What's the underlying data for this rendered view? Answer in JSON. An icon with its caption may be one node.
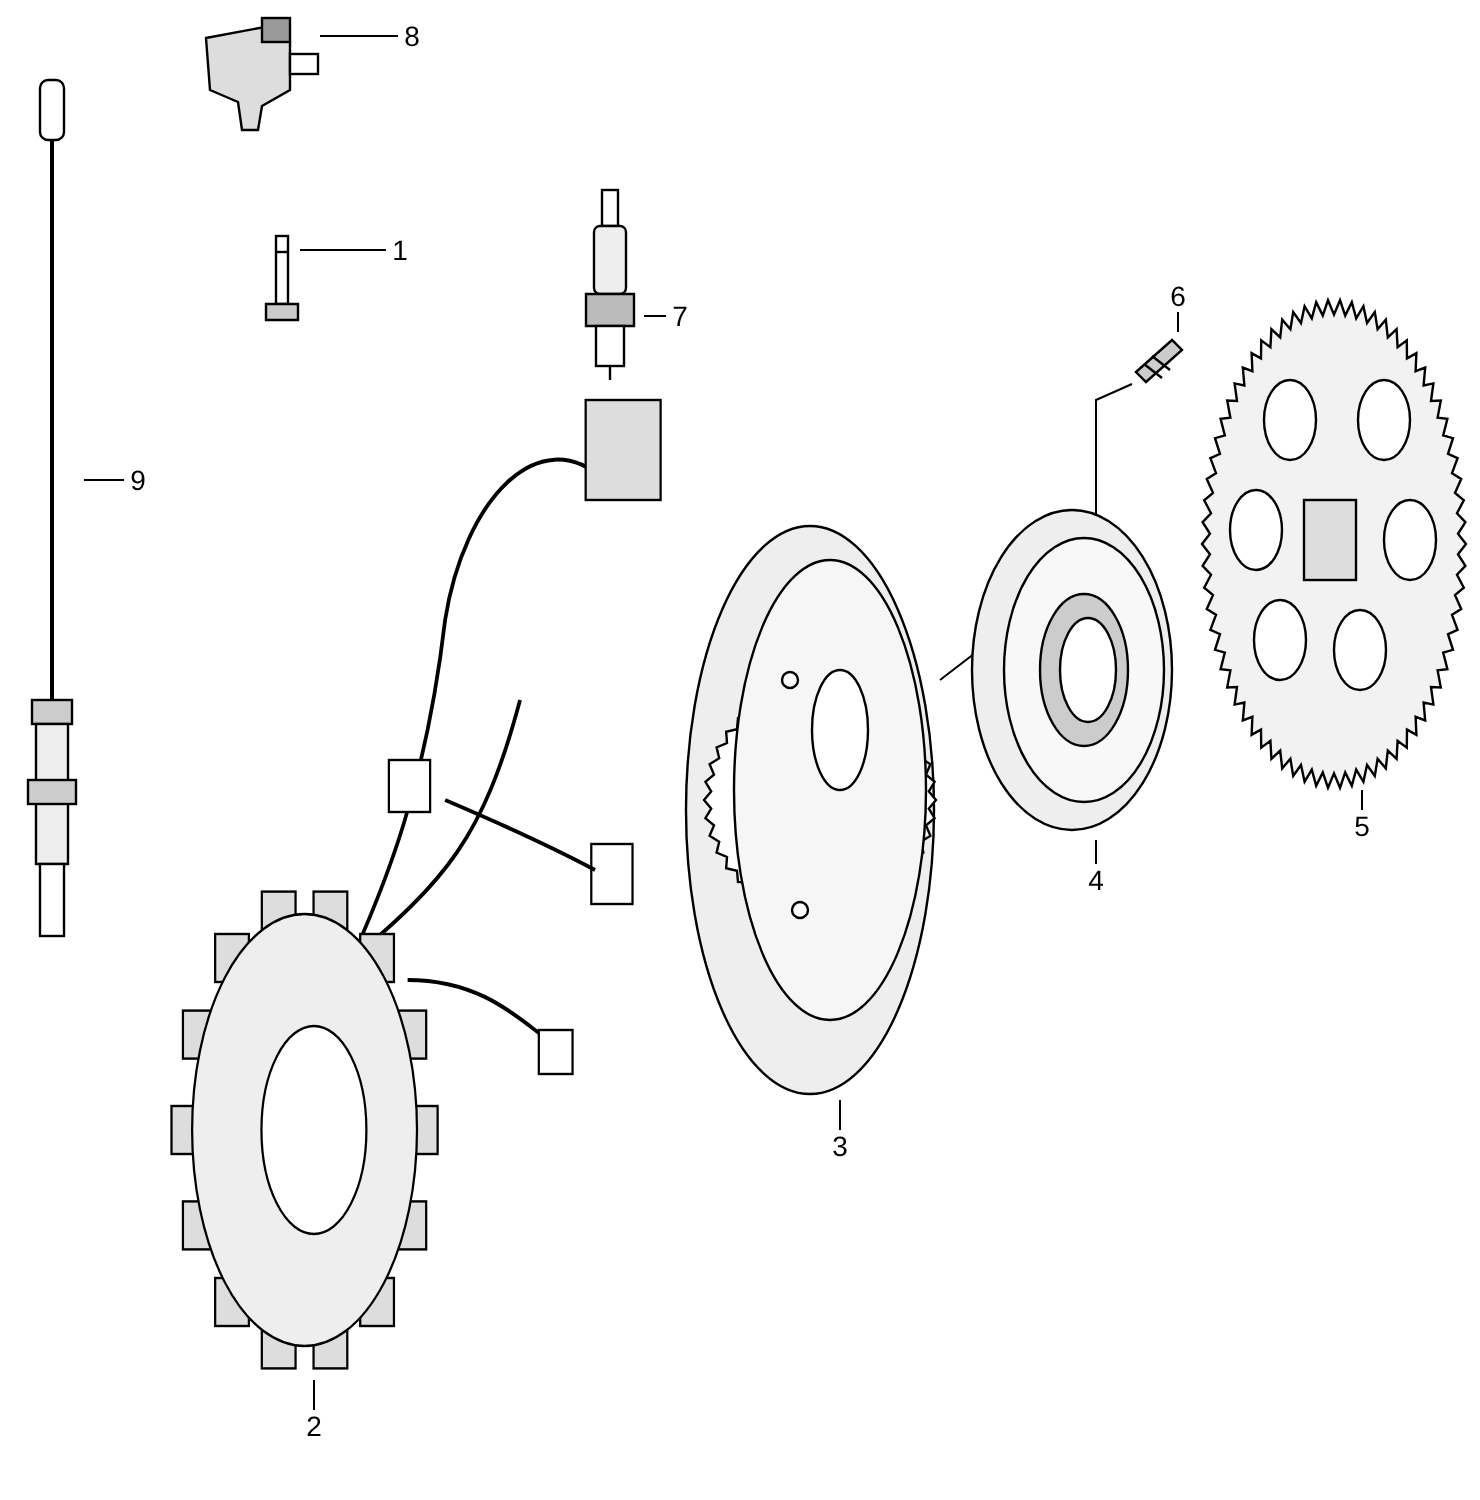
{
  "diagram": {
    "nodes": [
      {
        "text": [
          "8"
        ]
      },
      {
        "text": [],
        "shape": "picture"
      },
      {
        "text": [
          "1"
        ]
      },
      {
        "text": [],
        "shape": "picture"
      },
      {
        "text": [
          "7"
        ]
      },
      {
        "text": [],
        "shape": "picture"
      },
      {
        "text": [
          "6"
        ]
      },
      {
        "text": [],
        "shape": "picture"
      },
      {
        "text": [
          "9"
        ]
      },
      {
        "text": [],
        "shape": "picture"
      },
      {
        "text": [],
        "shape": "picture"
      },
      {
        "text": [],
        "shape": "picture"
      },
      {
        "text": [],
        "shape": "picture"
      },
      {
        "text": [
          "5"
        ]
      },
      {
        "text": [
          "4"
        ]
      },
      {
        "text": [
          "3"
        ]
      },
      {
        "text": [],
        "shape": "picture"
      },
      {
        "text": [
          "2"
        ]
      }
    ],
    "edges": [
      {
        "from": 0,
        "to": 1,
        "arrow": "none"
      },
      {
        "from": 2,
        "to": 3,
        "arrow": "none"
      },
      {
        "from": 4,
        "to": 5,
        "arrow": "none"
      },
      {
        "from": 6,
        "to": 7,
        "arrow": "none"
      },
      {
        "from": 8,
        "to": 9,
        "arrow": "none"
      },
      {
        "from": 13,
        "to": 12,
        "arrow": "none"
      },
      {
        "from": 14,
        "to": 11,
        "arrow": "none"
      },
      {
        "from": 15,
        "to": 10,
        "arrow": "none"
      },
      {
        "from": 17,
        "to": 16,
        "arrow": "none"
      }
    ]
  }
}
